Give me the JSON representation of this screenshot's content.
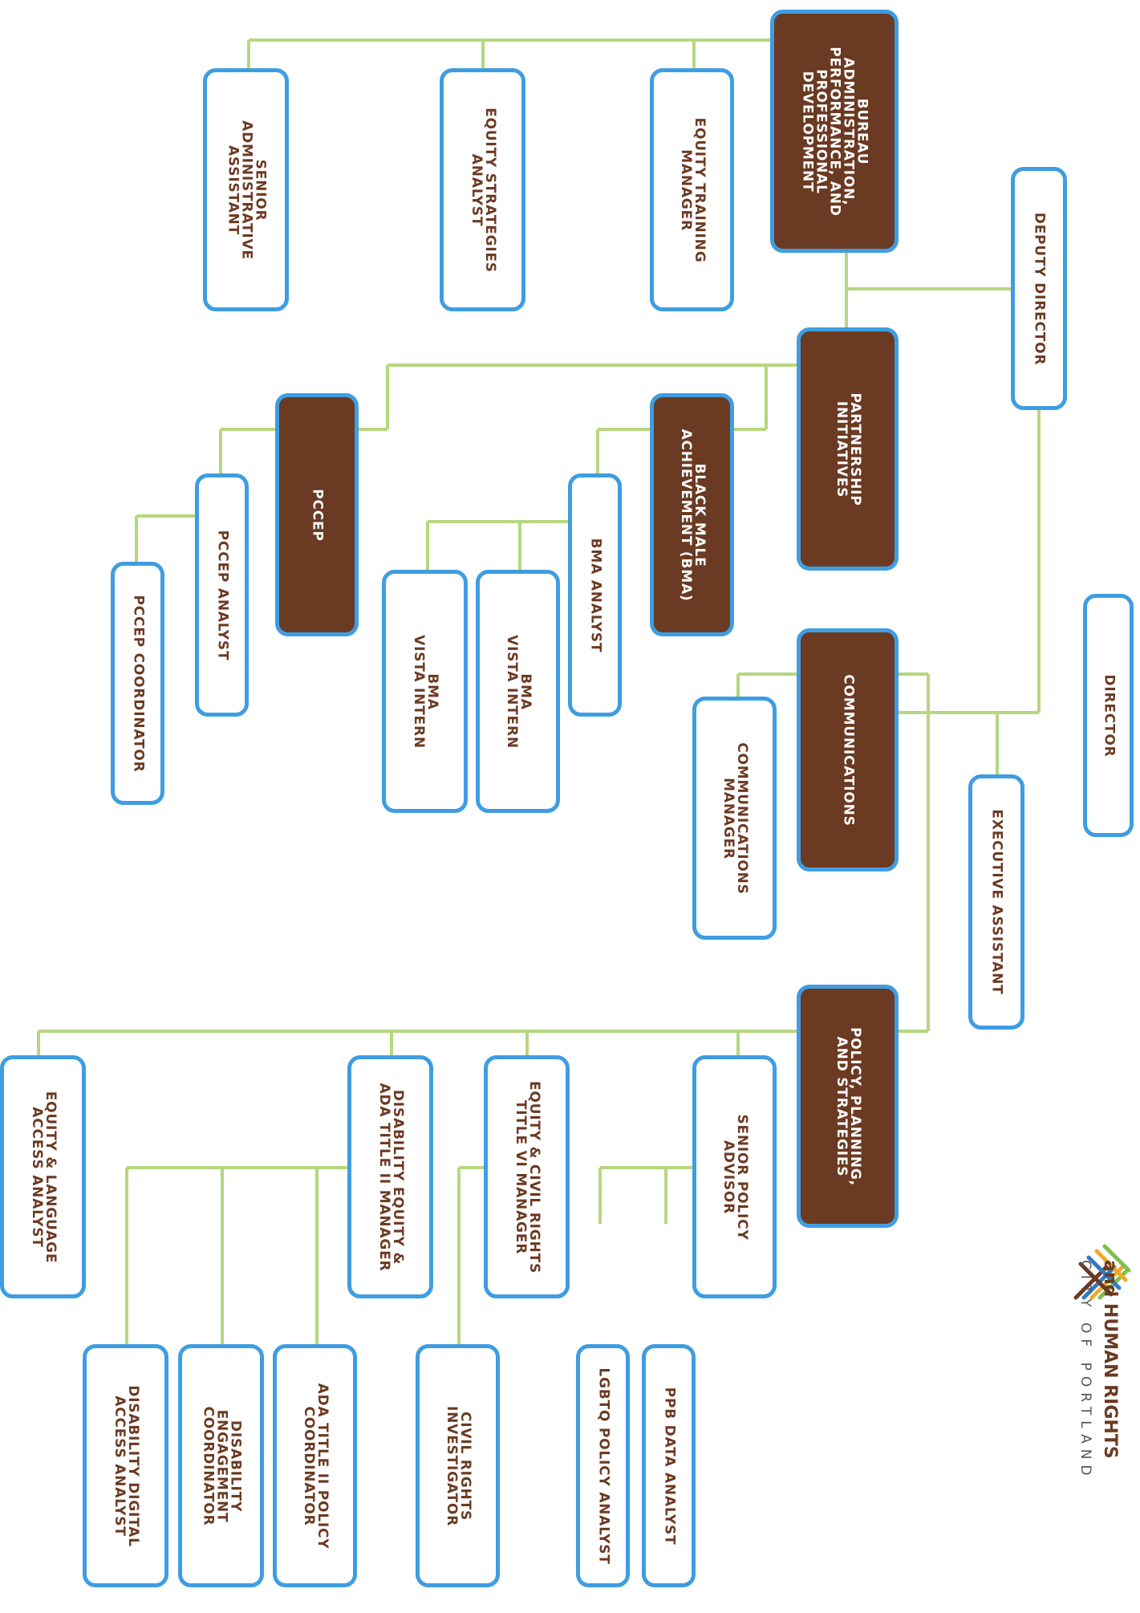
{
  "colors": {
    "box_border": "#3f9de1",
    "dark_fill": "#6b3a22",
    "connector": "#b5d77f",
    "text": "#6b3a22"
  },
  "logo": {
    "icon": "woven-mark-icon",
    "title": "and HUMAN RIGHTS",
    "subtitle": "CITY OF PORTLAND"
  },
  "nodes": {
    "director": "DIRECTOR",
    "deputy_director": "DEPUTY DIRECTOR",
    "executive_assistant": "EXECUTIVE ASSISTANT",
    "bureau_admin": "BUREAU\nADMINISTRATION,\nPERFORMANCE, AND\nPROFESSIONAL\nDEVELOPMENT",
    "equity_training_manager": "EQUITY TRAINING\nMANAGER",
    "equity_strategies_analyst": "EQUITY STRATEGIES\nANALYST",
    "senior_admin_assistant": "SENIOR\nADMINISTRATIVE\nASSISTANT",
    "partnership_initiatives": "PARTNERSHIP\nINITIATIVES",
    "bma": "BLACK MALE\nACHIEVEMENT (BMA)",
    "bma_analyst": "BMA ANALYST",
    "bma_vista_intern_1": "BMA\nVISTA INTERN",
    "bma_vista_intern_2": "BMA\nVISTA INTERN",
    "pccep": "PCCEP",
    "pccep_analyst": "PCCEP ANALYST",
    "pccep_coordinator": "PCCEP  COORDINATOR",
    "communications": "COMMUNICATIONS",
    "communications_manager": "COMMUNICATIONS\nMANAGER",
    "policy_planning": "POLICY, PLANNING,\nAND STRATEGIES",
    "senior_policy_advisor": "SENIOR POLICY\nADVISOR",
    "ppb_data_analyst": "PPB DATA ANALYST",
    "lgbtq_policy_analyst": "LGBTQ POLICY ANALYST",
    "equity_civil_rights_manager": "EQUITY & CIVIL RIGHTS\nTITLE VI MANAGER",
    "civil_rights_investigator": "CIVIL RIGHTS\nINVESTIGATOR",
    "disability_ada_manager": "DISABILITY EQUITY &\nADA TITLE II MANAGER",
    "ada_policy_coordinator": "ADA TITLE II POLICY\nCOORDINATOR",
    "disability_engagement_coordinator": "DISABILITY\nENGAGEMENT\nCOORDINATOR",
    "disability_digital_analyst": "DISABILITY DIGITAL\nACCESS ANALYST",
    "equity_language_analyst": "EQUITY & LANGUAGE\nACCESS ANALYST"
  }
}
